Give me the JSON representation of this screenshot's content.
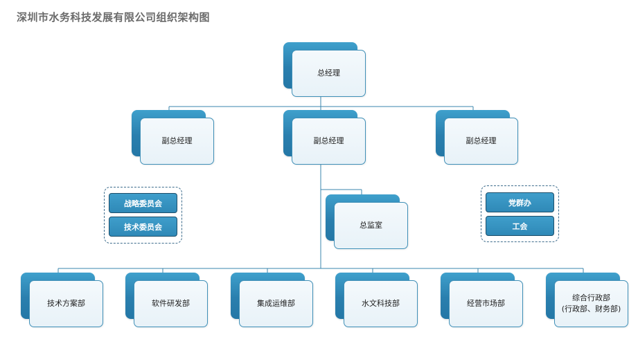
{
  "title": "深圳市水务科技发展有限公司组织架构图",
  "top": {
    "label": "总经理"
  },
  "deputies": [
    {
      "label": "副总经理"
    },
    {
      "label": "副总经理"
    },
    {
      "label": "副总经理"
    }
  ],
  "supervisor": {
    "label": "总监室"
  },
  "committees": [
    {
      "label": "战略委员会"
    },
    {
      "label": "技术委员会"
    }
  ],
  "party_union": [
    {
      "label": "党群办"
    },
    {
      "label": "工会"
    }
  ],
  "departments": [
    {
      "label": "技术方案部"
    },
    {
      "label": "软件研发部"
    },
    {
      "label": "集成运维部"
    },
    {
      "label": "水文科技部"
    },
    {
      "label": "经营市场部"
    },
    {
      "label": "综合行政部",
      "label2": "(行政部、财务部)"
    }
  ],
  "colors": {
    "accent": "#2a82b0",
    "line": "#3a86ad",
    "card": "#eef5fa",
    "pill_border": "#1d4e6a"
  }
}
